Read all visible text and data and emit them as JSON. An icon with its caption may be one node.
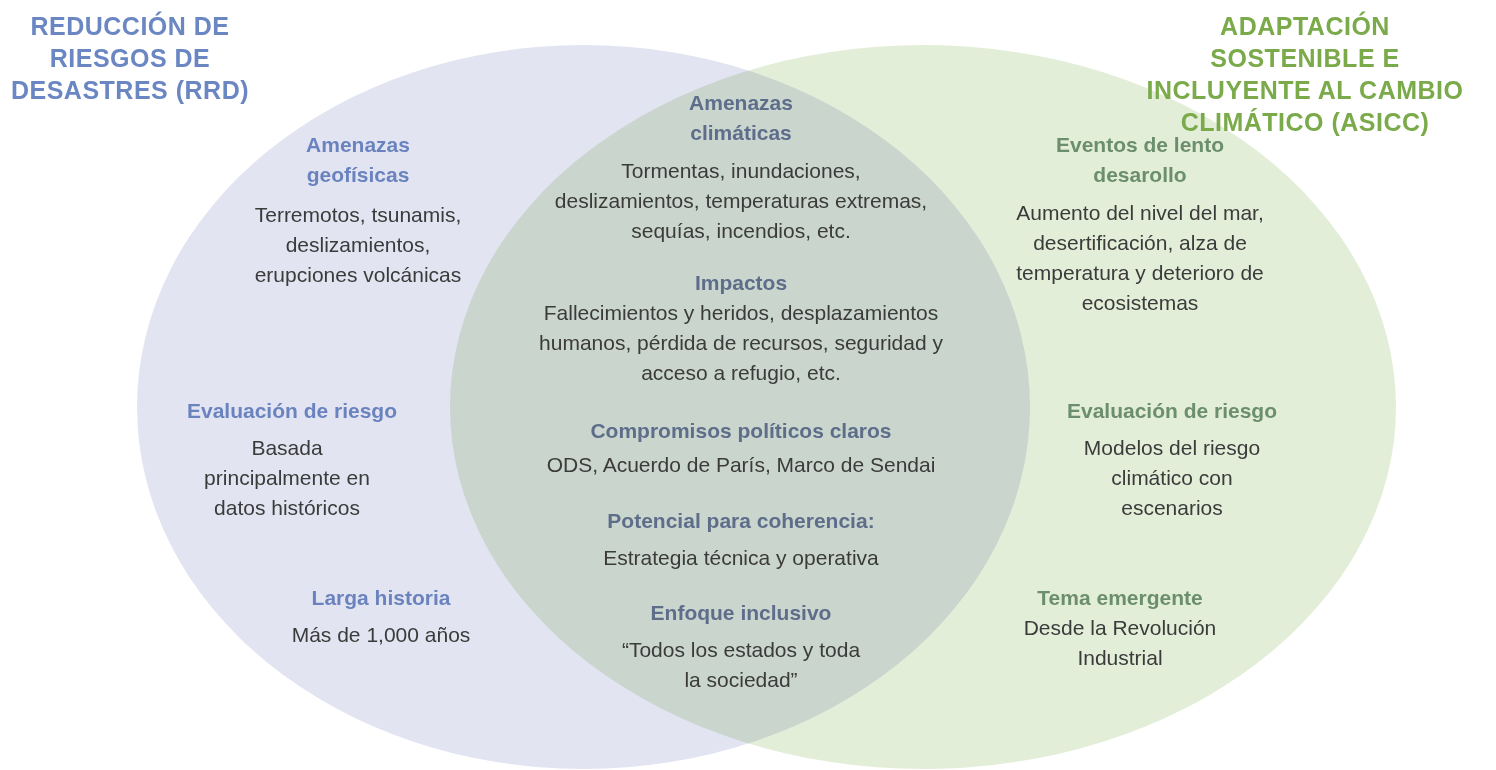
{
  "diagram": {
    "nodes": [
      {
        "text": [
          "REDUCCIÓN DE RIESGOS DE DESASTRES (RRD)"
        ]
      },
      {
        "text": [
          "ADAPTACIÓN SOSTENIBLE E INCLUYENTE AL CAMBIO CLIMÁTICO (ASICC)"
        ]
      }
    ],
    "labels": [
      "Amenazas geofísicas",
      "Terremotos, tsunamis, deslizamientos, erupciones volcánicas",
      "Evaluación de riesgo",
      "Basada principalmente en datos históricos",
      "Larga historia",
      "Más de 1,000 años",
      "Amenazas climáticas",
      "Tormentas, inundaciones, deslizamientos, temperaturas extremas, sequías, incendios, etc.",
      "Impactos",
      "Fallecimientos y heridos, desplazamientos humanos, pérdida de recursos, seguridad y acceso a refugio, etc.",
      "Compromisos políticos claros",
      "ODS, Acuerdo de París, Marco de Sendai",
      "Potencial para coherencia:",
      "Estrategia técnica y operativa",
      "Enfoque inclusivo",
      "“Todos los estados y toda la sociedad”",
      "Eventos de lento desarollo",
      "Aumento del nivel del mar, desertificación, alza de temperatura y deterioro de ecosistemas",
      "Evaluación de riesgo",
      "Modelos del riesgo climático con escenarios",
      "Tema emergente",
      "Desde la Revolución Industrial"
    ]
  }
}
